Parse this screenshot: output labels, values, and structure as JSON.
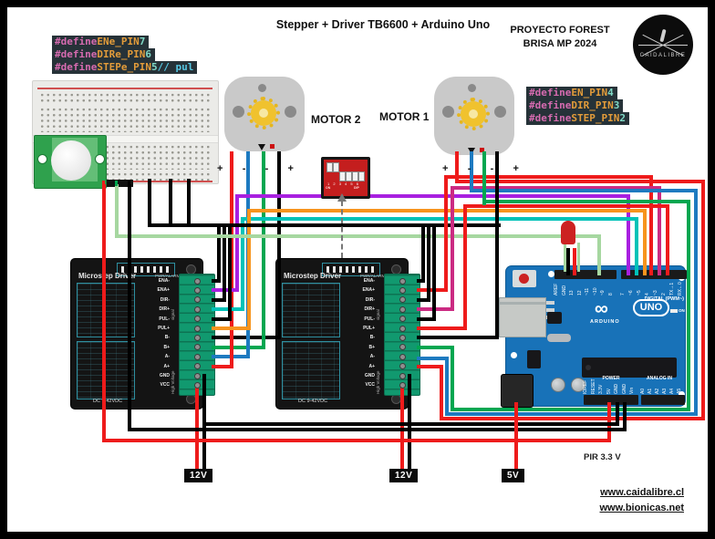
{
  "header": {
    "title": "Stepper + Driver TB6600 + Arduino Uno",
    "project_line1": "PROYECTO  FOREST",
    "project_line2": "BRISA MP  2024",
    "logo_text": "CAIDALIBRE"
  },
  "code_left": {
    "lines": [
      {
        "kw": "#define",
        "name": "ENe_PIN",
        "num": "7",
        "comment": ""
      },
      {
        "kw": "#define",
        "name": "DIRe_PIN",
        "num": "6",
        "comment": ""
      },
      {
        "kw": "#define",
        "name": "STEPe_PIN",
        "num": "5",
        "comment": "// pul"
      }
    ]
  },
  "code_right": {
    "lines": [
      {
        "kw": "#define",
        "name": "EN_PIN",
        "num": "4",
        "comment": ""
      },
      {
        "kw": "#define",
        "name": "DIR_PIN",
        "num": "3",
        "comment": ""
      },
      {
        "kw": "#define",
        "name": "STEP_PIN",
        "num": "2",
        "comment": ""
      }
    ]
  },
  "motors": {
    "motor1_label": "MOTOR 1",
    "motor2_label": "MOTOR 2",
    "polarity": [
      "+",
      "-",
      "-",
      "+"
    ]
  },
  "driver": {
    "title": "Microstep Driver",
    "pwr_alarm": "PWR/ALARM",
    "signal": "signal",
    "high_voltage": "High Voltage",
    "voltage_range": "DC 9-42VDC",
    "terminals": [
      "ENA-",
      "ENA+",
      "DIR-",
      "DIR+",
      "PUL-",
      "PUL+",
      "B-",
      "B+",
      "A-",
      "A+",
      "GND",
      "VCC"
    ]
  },
  "dip_switch": {
    "on_label": "ON",
    "dip_label": "DIP",
    "numbers": [
      "1",
      "2",
      "3",
      "4",
      "5",
      "6"
    ]
  },
  "arduino": {
    "brand": "ARDUINO",
    "model": "UNO",
    "infinity": "∞",
    "digital_label": "DIGITAL (PWM~)",
    "power_label": "POWER",
    "analog_label": "ANALOG IN",
    "on_label": "ON",
    "digital_pins_left": [
      "AREF",
      "GND",
      "13",
      "12",
      "~11",
      "~10",
      "~9",
      "8"
    ],
    "digital_pins_right": [
      "7",
      "~6",
      "~5",
      "4",
      "~3",
      "2",
      "TX→1",
      "RX←0"
    ],
    "power_pins": [
      "IOREF",
      "RESET",
      "3.3V",
      "5V",
      "GND",
      "GND",
      "Vin"
    ],
    "analog_pins": [
      "A0",
      "A1",
      "A2",
      "A3",
      "A4",
      "A5"
    ]
  },
  "power": {
    "supply1": "12V",
    "supply2": "12V",
    "supply3": "5V",
    "pir_note": "PIR 3.3 V"
  },
  "footer": {
    "link1": "www.caidalibre.cl",
    "link2": "www.bionicas.net"
  },
  "colors": {
    "wire_red": "#ee1b1b",
    "wire_black": "#000000",
    "wire_green": "#00a650",
    "wire_blue": "#1d7ac0",
    "wire_cyan": "#00c2b8",
    "wire_purple": "#a81fe0",
    "wire_magenta": "#cb2b82",
    "wire_orange": "#f7941e",
    "wire_lightgreen": "#a6d7a0",
    "board_blue": "#1872b8",
    "driver_black": "#141414",
    "terminal_green": "#11996f",
    "dip_red": "#c41e1e",
    "code_bg": "#263238"
  }
}
